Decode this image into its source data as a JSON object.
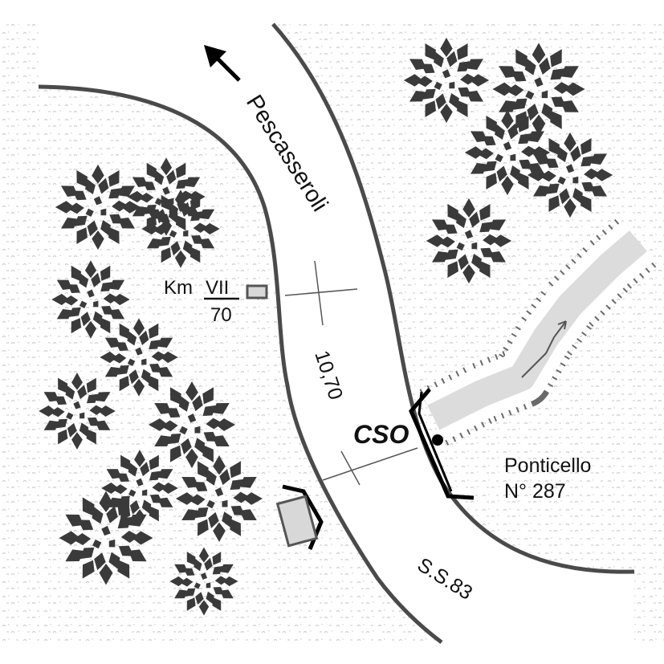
{
  "map": {
    "labels": {
      "road_direction": "Pescasseroli",
      "km_marker": "Km",
      "km_numerator": "VII",
      "km_denominator": "70",
      "road_width": "10,70",
      "cso": "CSO",
      "bridge_name": "Ponticello",
      "bridge_number": "N° 287",
      "road_code": "S.S.83"
    },
    "colors": {
      "road_edge": "#4a4a4a",
      "tree_canopy": "#3a3a3a",
      "grass_pattern": "#c8c8c8",
      "stream_bed": "#dcdcdc",
      "bank_hatch": "#6a6a6a",
      "parapet": "#000000",
      "marker_fill": "#d8d8d8"
    },
    "icons": {
      "direction_arrow": "north-west-arrow-icon",
      "tree": "tree-canopy-icon"
    }
  }
}
